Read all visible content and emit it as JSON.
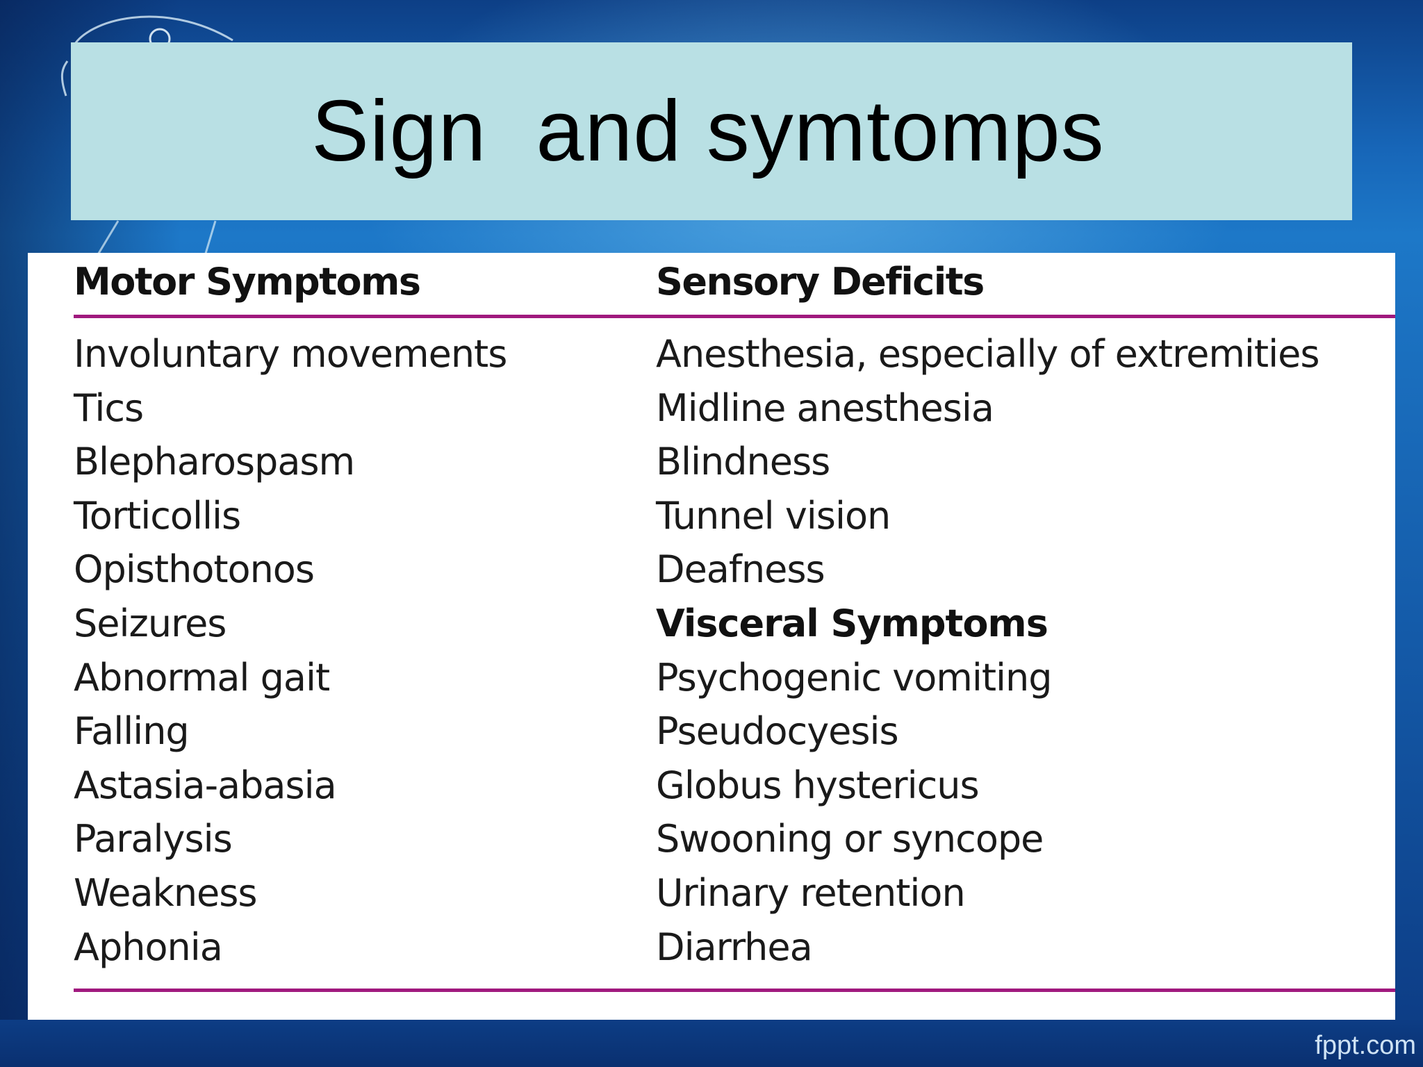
{
  "slide": {
    "title": "Sign  and symtomps",
    "watermark": "fppt.com"
  },
  "table": {
    "columns": [
      {
        "header": "Motor Symptoms",
        "rows": [
          {
            "text": "Involuntary movements",
            "bold": false
          },
          {
            "text": "Tics",
            "bold": false
          },
          {
            "text": "Blepharospasm",
            "bold": false
          },
          {
            "text": "Torticollis",
            "bold": false
          },
          {
            "text": "Opisthotonos",
            "bold": false
          },
          {
            "text": "Seizures",
            "bold": false
          },
          {
            "text": "Abnormal gait",
            "bold": false
          },
          {
            "text": "Falling",
            "bold": false
          },
          {
            "text": "Astasia-abasia",
            "bold": false
          },
          {
            "text": "Paralysis",
            "bold": false
          },
          {
            "text": "Weakness",
            "bold": false
          },
          {
            "text": "Aphonia",
            "bold": false
          }
        ]
      },
      {
        "header": "Sensory Deficits",
        "rows": [
          {
            "text": "Anesthesia, especially of extremities",
            "bold": false
          },
          {
            "text": "Midline anesthesia",
            "bold": false
          },
          {
            "text": "Blindness",
            "bold": false
          },
          {
            "text": "Tunnel vision",
            "bold": false
          },
          {
            "text": "Deafness",
            "bold": false
          },
          {
            "text": "Visceral Symptoms",
            "bold": true
          },
          {
            "text": "Psychogenic vomiting",
            "bold": false
          },
          {
            "text": "Pseudocyesis",
            "bold": false
          },
          {
            "text": "Globus hystericus",
            "bold": false
          },
          {
            "text": "Swooning or syncope",
            "bold": false
          },
          {
            "text": "Urinary retention",
            "bold": false
          },
          {
            "text": "Diarrhea",
            "bold": false
          }
        ]
      }
    ]
  },
  "colors": {
    "title_box": "#b9e0e4",
    "rule": "#a0197e",
    "background_blue": "#1766b8"
  }
}
